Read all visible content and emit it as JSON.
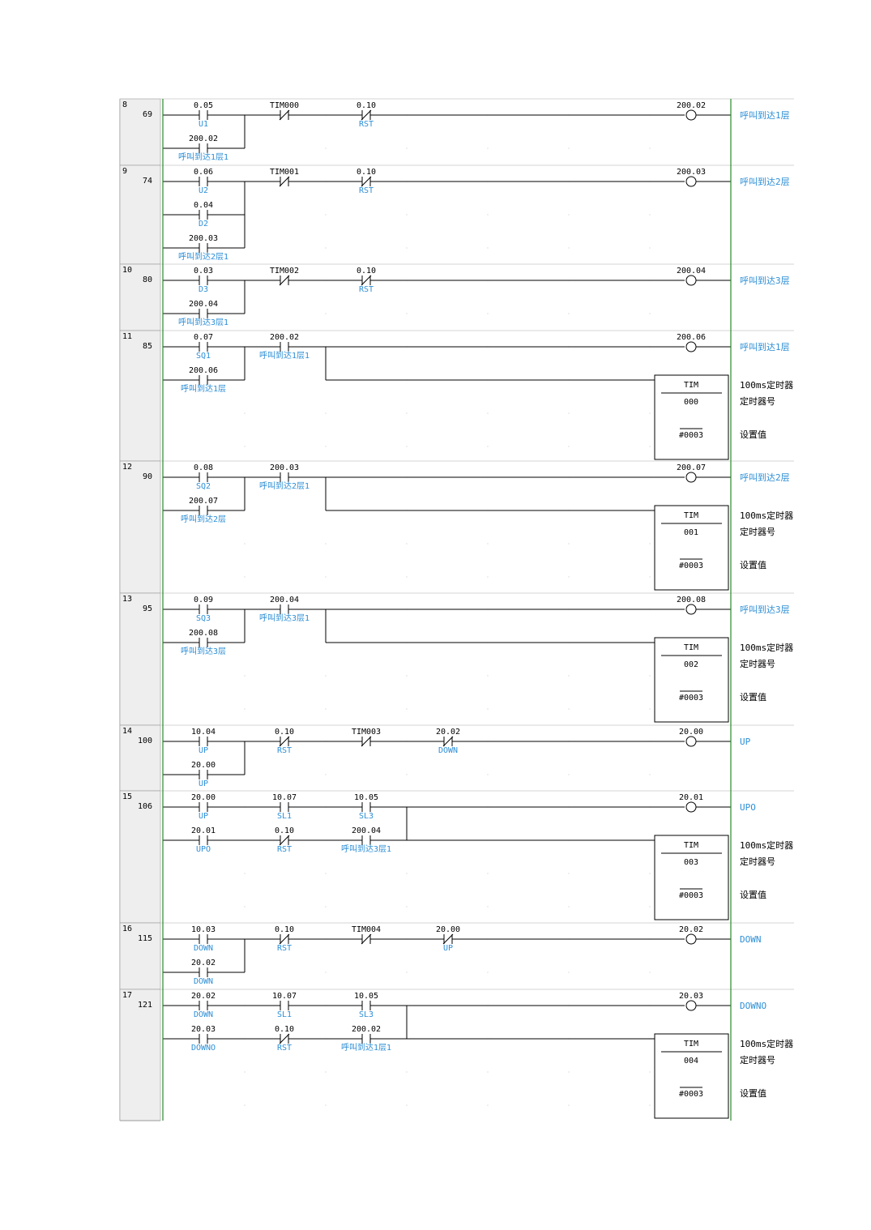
{
  "diagram": "plc-ladder",
  "colors": {
    "addr": "#000000",
    "comment": "#2e8fd6",
    "line": "#000000",
    "rail": "#2a8a2a",
    "gutter": "#eeeeee",
    "divider": "#d6d6d6"
  },
  "rungs": [
    {
      "num": "8",
      "step": "69",
      "contacts": [
        {
          "addr": "0.05",
          "comment": "U1",
          "type": "NO"
        },
        {
          "addr": "TIM000",
          "comment": "",
          "type": "NC"
        },
        {
          "addr": "0.10",
          "comment": "RST",
          "type": "NC"
        }
      ],
      "parallel": [
        {
          "addr": "200.02",
          "comment": "呼叫到达1层1",
          "type": "NO"
        }
      ],
      "coil": {
        "addr": "200.02",
        "comment": "呼叫到达1层"
      }
    },
    {
      "num": "9",
      "step": "74",
      "contacts": [
        {
          "addr": "0.06",
          "comment": "U2",
          "type": "NO"
        },
        {
          "addr": "TIM001",
          "comment": "",
          "type": "NC"
        },
        {
          "addr": "0.10",
          "comment": "RST",
          "type": "NC"
        }
      ],
      "parallel": [
        {
          "addr": "0.04",
          "comment": "D2",
          "type": "NO"
        },
        {
          "addr": "200.03",
          "comment": "呼叫到达2层1",
          "type": "NO"
        }
      ],
      "coil": {
        "addr": "200.03",
        "comment": "呼叫到达2层"
      }
    },
    {
      "num": "10",
      "step": "80",
      "contacts": [
        {
          "addr": "0.03",
          "comment": "D3",
          "type": "NO"
        },
        {
          "addr": "TIM002",
          "comment": "",
          "type": "NC"
        },
        {
          "addr": "0.10",
          "comment": "RST",
          "type": "NC"
        }
      ],
      "parallel": [
        {
          "addr": "200.04",
          "comment": "呼叫到达3层1",
          "type": "NO"
        }
      ],
      "coil": {
        "addr": "200.04",
        "comment": "呼叫到达3层"
      }
    },
    {
      "num": "11",
      "step": "85",
      "contacts": [
        {
          "addr": "0.07",
          "comment": "SQ1",
          "type": "NO"
        },
        {
          "addr": "200.02",
          "comment": "呼叫到达1层1",
          "type": "NO"
        }
      ],
      "parallel": [
        {
          "addr": "200.06",
          "comment": "呼叫到达1层",
          "type": "NO"
        }
      ],
      "coil": {
        "addr": "200.06",
        "comment": "呼叫到达1层"
      },
      "timer": {
        "label": "TIM",
        "num": "000",
        "set": "#0003",
        "c1": "100ms定时器",
        "c2": "定时器号",
        "c3": "设置值"
      }
    },
    {
      "num": "12",
      "step": "90",
      "contacts": [
        {
          "addr": "0.08",
          "comment": "SQ2",
          "type": "NO"
        },
        {
          "addr": "200.03",
          "comment": "呼叫到达2层1",
          "type": "NO"
        }
      ],
      "parallel": [
        {
          "addr": "200.07",
          "comment": "呼叫到达2层",
          "type": "NO"
        }
      ],
      "coil": {
        "addr": "200.07",
        "comment": "呼叫到达2层"
      },
      "timer": {
        "label": "TIM",
        "num": "001",
        "set": "#0003",
        "c1": "100ms定时器",
        "c2": "定时器号",
        "c3": "设置值"
      }
    },
    {
      "num": "13",
      "step": "95",
      "contacts": [
        {
          "addr": "0.09",
          "comment": "SQ3",
          "type": "NO"
        },
        {
          "addr": "200.04",
          "comment": "呼叫到达3层1",
          "type": "NO"
        }
      ],
      "parallel": [
        {
          "addr": "200.08",
          "comment": "呼叫到达3层",
          "type": "NO"
        }
      ],
      "coil": {
        "addr": "200.08",
        "comment": "呼叫到达3层"
      },
      "timer": {
        "label": "TIM",
        "num": "002",
        "set": "#0003",
        "c1": "100ms定时器",
        "c2": "定时器号",
        "c3": "设置值"
      }
    },
    {
      "num": "14",
      "step": "100",
      "contacts": [
        {
          "addr": "10.04",
          "comment": "UP",
          "type": "NO"
        },
        {
          "addr": "0.10",
          "comment": "RST",
          "type": "NC"
        },
        {
          "addr": "TIM003",
          "comment": "",
          "type": "NC"
        },
        {
          "addr": "20.02",
          "comment": "DOWN",
          "type": "NC"
        }
      ],
      "parallel": [
        {
          "addr": "20.00",
          "comment": "UP",
          "type": "NO"
        }
      ],
      "coil": {
        "addr": "20.00",
        "comment": "UP"
      }
    },
    {
      "num": "15",
      "step": "106",
      "contacts": [
        {
          "addr": "20.00",
          "comment": "UP",
          "type": "NO"
        },
        {
          "addr": "10.07",
          "comment": "SL1",
          "type": "NO"
        },
        {
          "addr": "10.05",
          "comment": "SL3",
          "type": "NO"
        }
      ],
      "branch2": [
        {
          "addr": "20.01",
          "comment": "UPO",
          "type": "NO"
        },
        {
          "addr": "0.10",
          "comment": "RST",
          "type": "NC"
        },
        {
          "addr": "200.04",
          "comment": "呼叫到达3层1",
          "type": "NO"
        }
      ],
      "coil": {
        "addr": "20.01",
        "comment": "UPO"
      },
      "timer": {
        "label": "TIM",
        "num": "003",
        "set": "#0003",
        "c1": "100ms定时器",
        "c2": "定时器号",
        "c3": "设置值"
      }
    },
    {
      "num": "16",
      "step": "115",
      "contacts": [
        {
          "addr": "10.03",
          "comment": "DOWN",
          "type": "NO"
        },
        {
          "addr": "0.10",
          "comment": "RST",
          "type": "NC"
        },
        {
          "addr": "TIM004",
          "comment": "",
          "type": "NC"
        },
        {
          "addr": "20.00",
          "comment": "UP",
          "type": "NC"
        }
      ],
      "parallel": [
        {
          "addr": "20.02",
          "comment": "DOWN",
          "type": "NO"
        }
      ],
      "coil": {
        "addr": "20.02",
        "comment": "DOWN"
      }
    },
    {
      "num": "17",
      "step": "121",
      "contacts": [
        {
          "addr": "20.02",
          "comment": "DOWN",
          "type": "NO"
        },
        {
          "addr": "10.07",
          "comment": "SL1",
          "type": "NO"
        },
        {
          "addr": "10.05",
          "comment": "SL3",
          "type": "NO"
        }
      ],
      "branch2": [
        {
          "addr": "20.03",
          "comment": "DOWNO",
          "type": "NO"
        },
        {
          "addr": "0.10",
          "comment": "RST",
          "type": "NC"
        },
        {
          "addr": "200.02",
          "comment": "呼叫到达1层1",
          "type": "NO"
        }
      ],
      "coil": {
        "addr": "20.03",
        "comment": "DOWNO"
      },
      "timer": {
        "label": "TIM",
        "num": "004",
        "set": "#0003",
        "c1": "100ms定时器",
        "c2": "定时器号",
        "c3": "设置值"
      }
    }
  ]
}
